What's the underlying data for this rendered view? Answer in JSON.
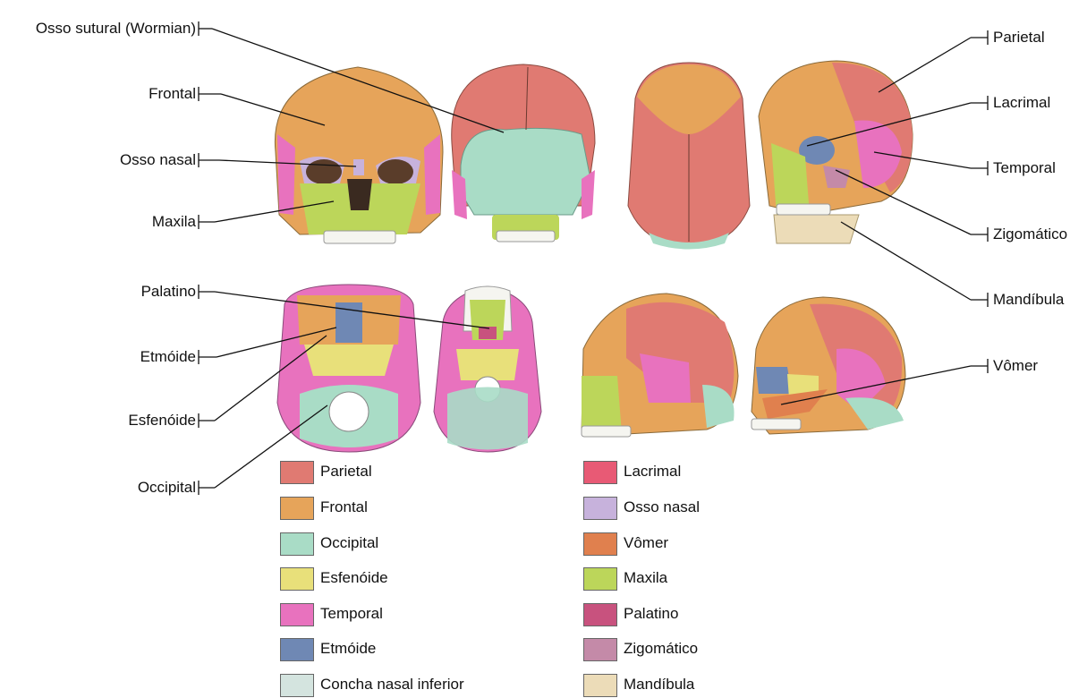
{
  "left_labels": [
    "Osso sutural (Wormian)",
    "Frontal",
    "Osso nasal",
    "Maxila",
    "Palatino",
    "Etmóide",
    "Esfenóide",
    "Occipital"
  ],
  "right_labels": [
    "Parietal",
    "Lacrimal",
    "Temporal",
    "Zigomático",
    "Mandíbula",
    "Vômer"
  ],
  "legend": [
    {
      "label": "Parietal",
      "color": "#e07a72"
    },
    {
      "label": "Frontal",
      "color": "#e6a45a"
    },
    {
      "label": "Occipital",
      "color": "#a9dcc6"
    },
    {
      "label": "Esfenóide",
      "color": "#e8e07a"
    },
    {
      "label": "Temporal",
      "color": "#e872be"
    },
    {
      "label": "Etmóide",
      "color": "#6f88b4"
    },
    {
      "label": "Concha nasal inferior",
      "color": "#d4e4df"
    },
    {
      "label": "Lacrimal",
      "color": "#e85a75"
    },
    {
      "label": "Osso nasal",
      "color": "#c7b2dc"
    },
    {
      "label": "Vômer",
      "color": "#e0804e"
    },
    {
      "label": "Maxila",
      "color": "#bcd65a"
    },
    {
      "label": "Palatino",
      "color": "#c8527e"
    },
    {
      "label": "Zigomático",
      "color": "#c48aa8"
    },
    {
      "label": "Mandíbula",
      "color": "#ecdcb8"
    }
  ]
}
